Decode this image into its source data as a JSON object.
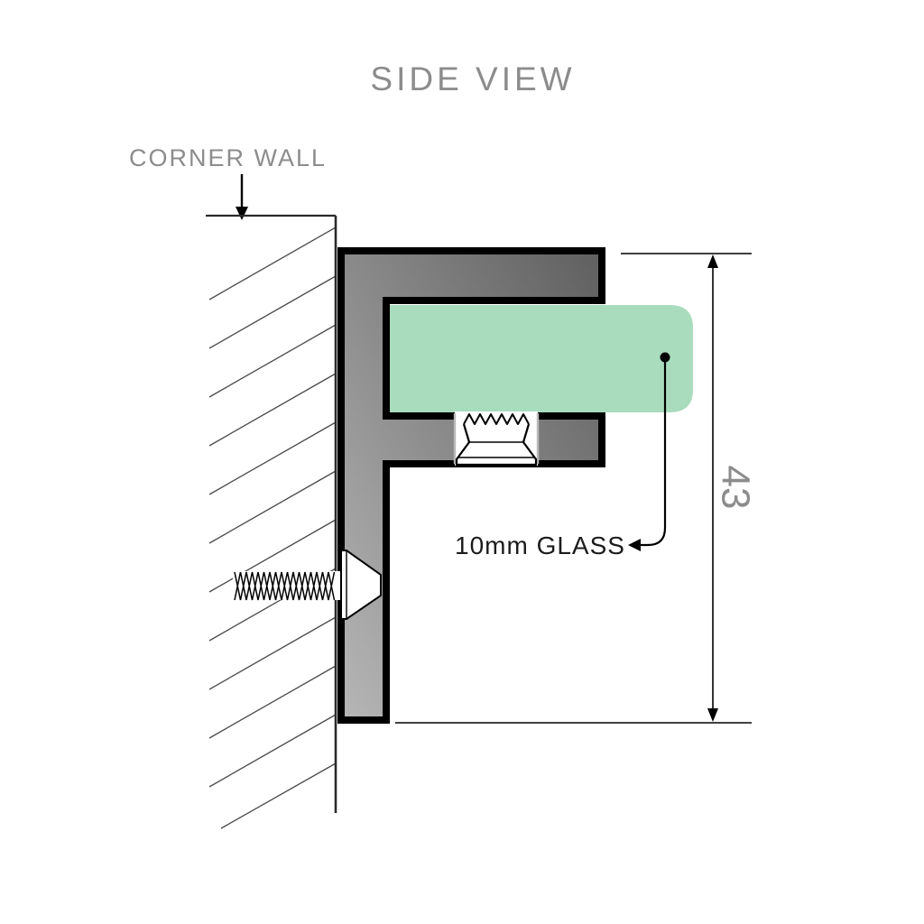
{
  "diagram": {
    "title": "SIDE VIEW",
    "wall_label": "CORNER WALL",
    "glass_label": "10mm GLASS",
    "dimension_label": "43",
    "colors": {
      "glass_fill": "#a9dcbd",
      "label_gray": "#8c8c8c",
      "glass_label_color": "#1c1c1c",
      "bracket_light": "#b6b6b6",
      "bracket_dark": "#5f5f5f",
      "outline_black": "#000000"
    }
  }
}
